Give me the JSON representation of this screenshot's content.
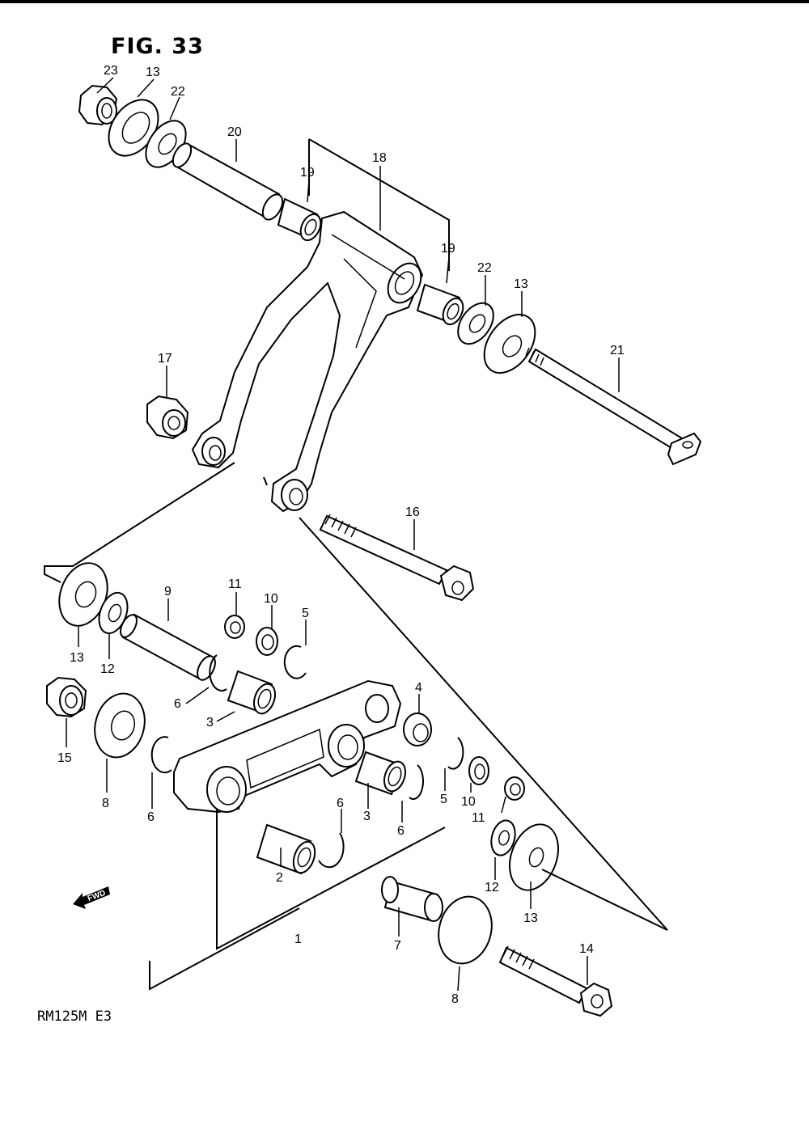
{
  "figure": {
    "title": "FIG. 33",
    "model": "RM125M E3",
    "fwd_label": "FWD"
  },
  "icons": {
    "fwd_arrow": "fwd-arrow-icon"
  },
  "callouts": [
    {
      "id": "c23a",
      "text": "23"
    },
    {
      "id": "c13a",
      "text": "13"
    },
    {
      "id": "c22a",
      "text": "22"
    },
    {
      "id": "c20",
      "text": "20"
    },
    {
      "id": "c19a",
      "text": "19"
    },
    {
      "id": "c18",
      "text": "18"
    },
    {
      "id": "c19b",
      "text": "19"
    },
    {
      "id": "c22b",
      "text": "22"
    },
    {
      "id": "c13b",
      "text": "13"
    },
    {
      "id": "c21",
      "text": "21"
    },
    {
      "id": "c17",
      "text": "17"
    },
    {
      "id": "c16",
      "text": "16"
    },
    {
      "id": "c9",
      "text": "9"
    },
    {
      "id": "c11a",
      "text": "11"
    },
    {
      "id": "c10a",
      "text": "10"
    },
    {
      "id": "c5a",
      "text": "5"
    },
    {
      "id": "c13c",
      "text": "13"
    },
    {
      "id": "c12a",
      "text": "12"
    },
    {
      "id": "c6a",
      "text": "6"
    },
    {
      "id": "c3a",
      "text": "3"
    },
    {
      "id": "c4",
      "text": "4"
    },
    {
      "id": "c15",
      "text": "15"
    },
    {
      "id": "c8a",
      "text": "8"
    },
    {
      "id": "c6b",
      "text": "6"
    },
    {
      "id": "c6c",
      "text": "6"
    },
    {
      "id": "c3b",
      "text": "3"
    },
    {
      "id": "c6d",
      "text": "6"
    },
    {
      "id": "c5b",
      "text": "5"
    },
    {
      "id": "c10b",
      "text": "10"
    },
    {
      "id": "c11b",
      "text": "11"
    },
    {
      "id": "c2",
      "text": "2"
    },
    {
      "id": "c12b",
      "text": "12"
    },
    {
      "id": "c13d",
      "text": "13"
    },
    {
      "id": "c1",
      "text": "1"
    },
    {
      "id": "c7",
      "text": "7"
    },
    {
      "id": "c14",
      "text": "14"
    },
    {
      "id": "c8b",
      "text": "8"
    }
  ]
}
